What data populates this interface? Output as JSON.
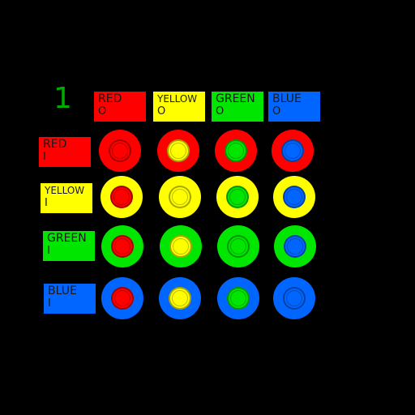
{
  "level": "1",
  "colors": {
    "red": "#ff0000",
    "yellow": "#ffff00",
    "green": "#00e600",
    "blue": "#0066ff"
  },
  "columns": [
    {
      "name": "RED",
      "symbol": "O",
      "color": "red"
    },
    {
      "name": "YELLOW",
      "symbol": "O",
      "color": "yellow"
    },
    {
      "name": "GREEN",
      "symbol": "O",
      "color": "green"
    },
    {
      "name": "BLUE",
      "symbol": "O",
      "color": "blue"
    }
  ],
  "rows": [
    {
      "name": "RED",
      "symbol": "I",
      "color": "red"
    },
    {
      "name": "YELLOW",
      "symbol": "I",
      "color": "yellow"
    },
    {
      "name": "GREEN",
      "symbol": "I",
      "color": "green"
    },
    {
      "name": "BLUE",
      "symbol": "I",
      "color": "blue"
    }
  ],
  "grid": [
    [
      {
        "outer": "red",
        "inner": "red"
      },
      {
        "outer": "red",
        "inner": "yellow"
      },
      {
        "outer": "red",
        "inner": "green"
      },
      {
        "outer": "red",
        "inner": "blue"
      }
    ],
    [
      {
        "outer": "yellow",
        "inner": "red"
      },
      {
        "outer": "yellow",
        "inner": "yellow"
      },
      {
        "outer": "yellow",
        "inner": "green"
      },
      {
        "outer": "yellow",
        "inner": "blue"
      }
    ],
    [
      {
        "outer": "green",
        "inner": "red"
      },
      {
        "outer": "green",
        "inner": "yellow"
      },
      {
        "outer": "green",
        "inner": "green"
      },
      {
        "outer": "green",
        "inner": "blue"
      }
    ],
    [
      {
        "outer": "blue",
        "inner": "red"
      },
      {
        "outer": "blue",
        "inner": "yellow"
      },
      {
        "outer": "blue",
        "inner": "green"
      },
      {
        "outer": "blue",
        "inner": "blue"
      }
    ]
  ]
}
